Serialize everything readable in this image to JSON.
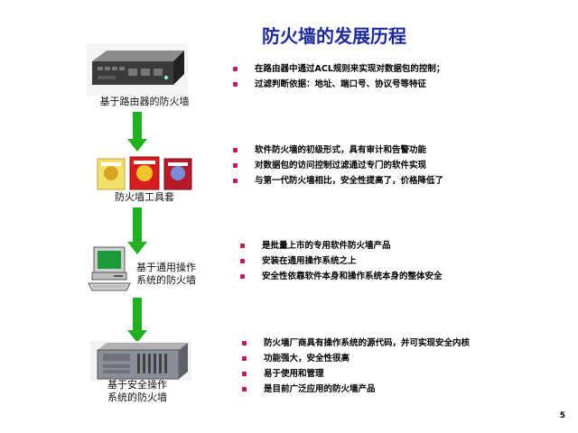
{
  "title": "防火墙的发展历程",
  "page_number": "5",
  "accent_color": "#1c2a9a",
  "arrow_color": "#20b020",
  "bullet_color": "#c0185f",
  "stages": [
    {
      "label_lines": [
        "基于路由器的防火墙"
      ],
      "image_icon": "router-device-image",
      "bullets": [
        "在路由器中通过ACL规则来实现对数据包的控制；",
        "过滤判断依据：地址、端口号、协议号等特征"
      ]
    },
    {
      "label_lines": [
        "防火墙工具套"
      ],
      "image_icon": "software-boxes-image",
      "bullets": [
        "软件防火墙的初级形式，具有审计和告警功能",
        "对数据包的访问控制过滤通过专门的软件实现",
        "与第一代防火墙相比，安全性提高了，价格降低了"
      ]
    },
    {
      "label_lines": [
        "基于通用操作",
        "系统的防火墙"
      ],
      "image_icon": "desktop-computer-image",
      "bullets": [
        "是批量上市的专用软件防火墙产品",
        "安装在通用操作系统之上",
        "安全性依靠软件本身和操作系统本身的整体安全"
      ]
    },
    {
      "label_lines": [
        "基于安全操作",
        "系统的防火墙"
      ],
      "image_icon": "rack-server-image",
      "bullets": [
        "防火墙厂商具有操作系统的源代码，并可实现安全内核",
        "功能强大，安全性很高",
        "易于使用和管理",
        "是目前广泛应用的防火墙产品"
      ]
    }
  ]
}
